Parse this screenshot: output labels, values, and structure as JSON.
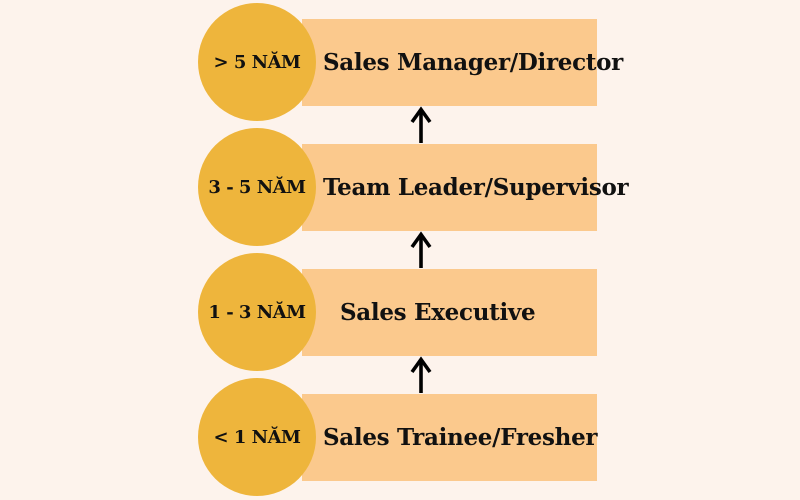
{
  "colors": {
    "background": "#FDF3EC",
    "circle": "#EEB53C",
    "bar": "#FBC98D",
    "text": "#111111",
    "arrow": "#000000"
  },
  "levels": [
    {
      "experience": "> 5 NĂM",
      "title": "Sales Manager/Director"
    },
    {
      "experience": "3 - 5 NĂM",
      "title": "Team Leader/Supervisor"
    },
    {
      "experience": "1 - 3 NĂM",
      "title": "Sales Executive"
    },
    {
      "experience": "< 1 NĂM",
      "title": "Sales Trainee/Fresher"
    }
  ],
  "icons": {
    "between_levels": "up-arrow"
  }
}
